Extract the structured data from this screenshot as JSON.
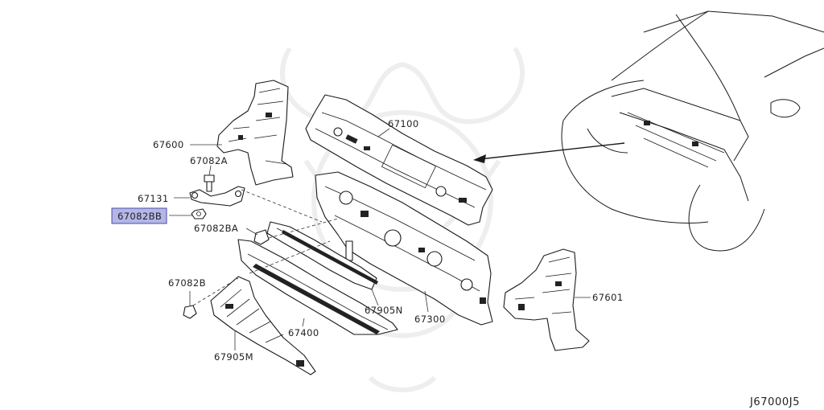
{
  "parts": {
    "p67600": "67600",
    "p67082A": "67082A",
    "p67131": "67131",
    "p67082BB": "67082BB",
    "p67082BA": "67082BA",
    "p67100": "67100",
    "p67300": "67300",
    "p67905N": "67905N",
    "p67082B": "67082B",
    "p67400": "67400",
    "p67905M": "67905M",
    "p67601": "67601"
  },
  "diagram_code": "J67000J5",
  "colors": {
    "highlight_fill": "#b3b6e6",
    "highlight_border": "#4a4fa8",
    "line": "#1a1a1a",
    "watermark": "#eeeeee"
  }
}
